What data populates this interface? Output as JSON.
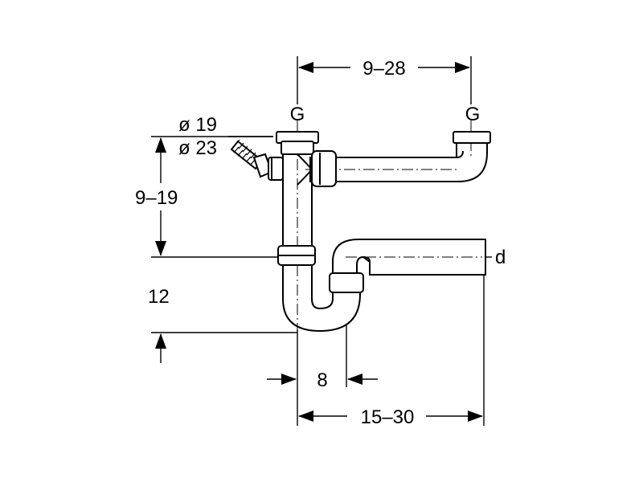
{
  "diagram": {
    "dimensions": {
      "top_width": "9–28",
      "left_height": "9–19",
      "trap_height": "12",
      "trap_offset": "8",
      "outlet_length": "15–30"
    },
    "labels": {
      "thread_left": "G",
      "thread_right": "G",
      "diameter_small": "ø 19",
      "diameter_large": "ø 23",
      "outlet_diameter": "d"
    }
  }
}
